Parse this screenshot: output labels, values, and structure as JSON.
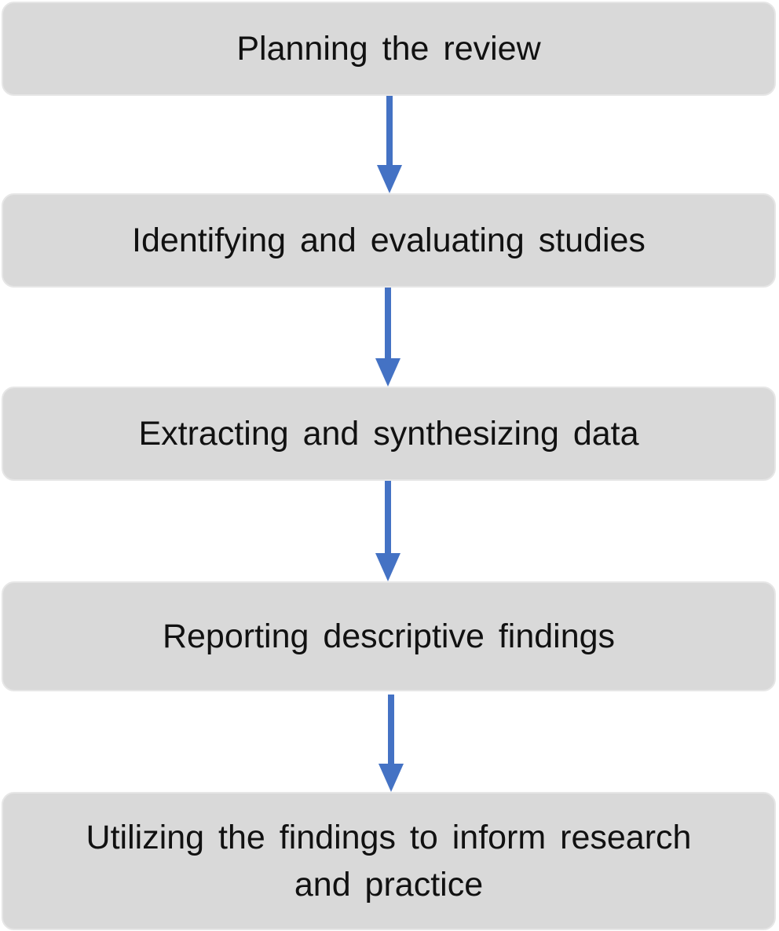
{
  "flowchart": {
    "steps": [
      {
        "label": "Planning  the review"
      },
      {
        "label": "Identifying and evaluating  studies"
      },
      {
        "label": "Extracting and synthesizing data"
      },
      {
        "label": "Reporting descriptive findings"
      },
      {
        "label": "Utilizing the findings to inform research and practice"
      }
    ],
    "colors": {
      "box_fill": "#d9d9d9",
      "box_border": "#e6e6e6",
      "arrow": "#4472c4",
      "text": "#111111"
    }
  }
}
